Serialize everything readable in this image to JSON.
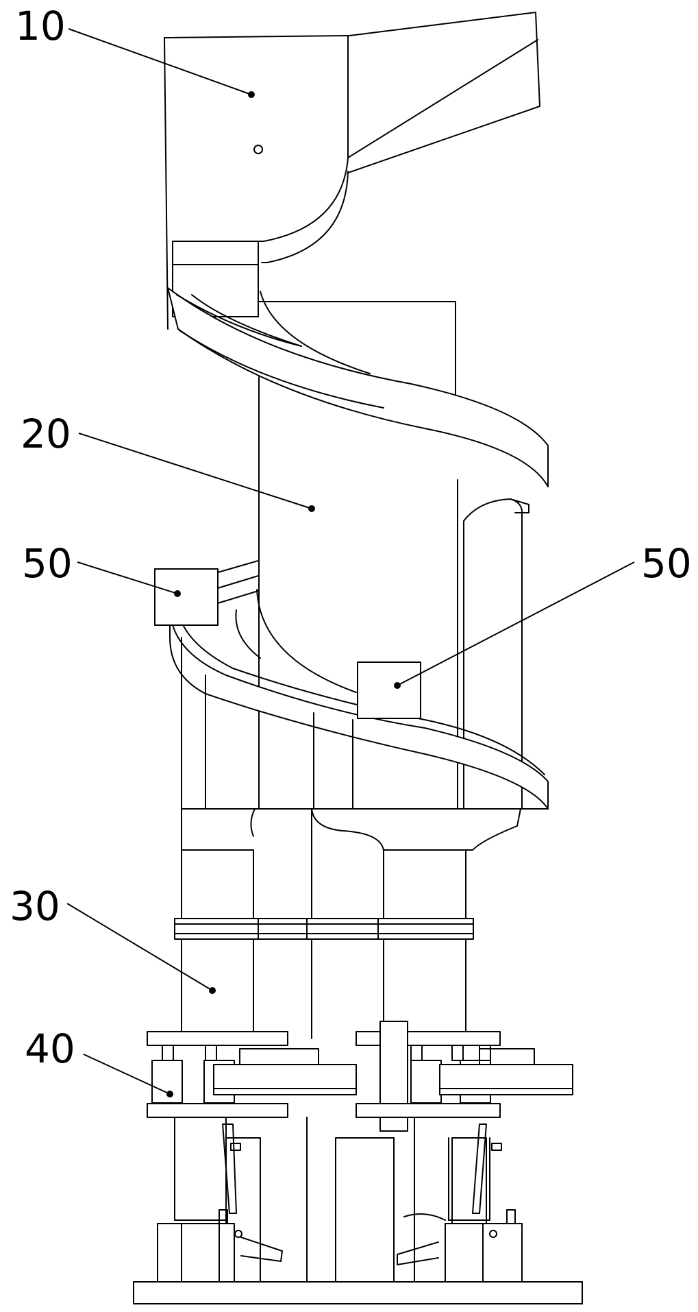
{
  "labels": {
    "hopper": "10",
    "spiral_column": "20",
    "box_left": "50",
    "box_right": "50",
    "support_columns": "30",
    "base_mechanism": "40"
  }
}
